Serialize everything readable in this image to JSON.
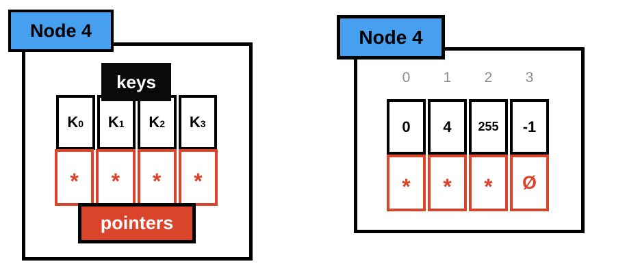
{
  "left_node": {
    "title": "Node 4",
    "keys_label": "keys",
    "pointers_label": "pointers",
    "keys": [
      {
        "base": "K",
        "sub": "0"
      },
      {
        "base": "K",
        "sub": "1"
      },
      {
        "base": "K",
        "sub": "2"
      },
      {
        "base": "K",
        "sub": "3"
      }
    ],
    "pointers": [
      "*",
      "*",
      "*",
      "*"
    ]
  },
  "right_node": {
    "title": "Node 4",
    "indices": [
      "0",
      "1",
      "2",
      "3"
    ],
    "keys": [
      "0",
      "4",
      "255",
      "-1"
    ],
    "pointers": [
      "*",
      "*",
      "*",
      "Ø"
    ]
  },
  "colors": {
    "node_label_blue": "#479FF0",
    "pointer_red": "#D9442B",
    "index_gray": "#8C8C8C",
    "border_black": "#000000"
  }
}
